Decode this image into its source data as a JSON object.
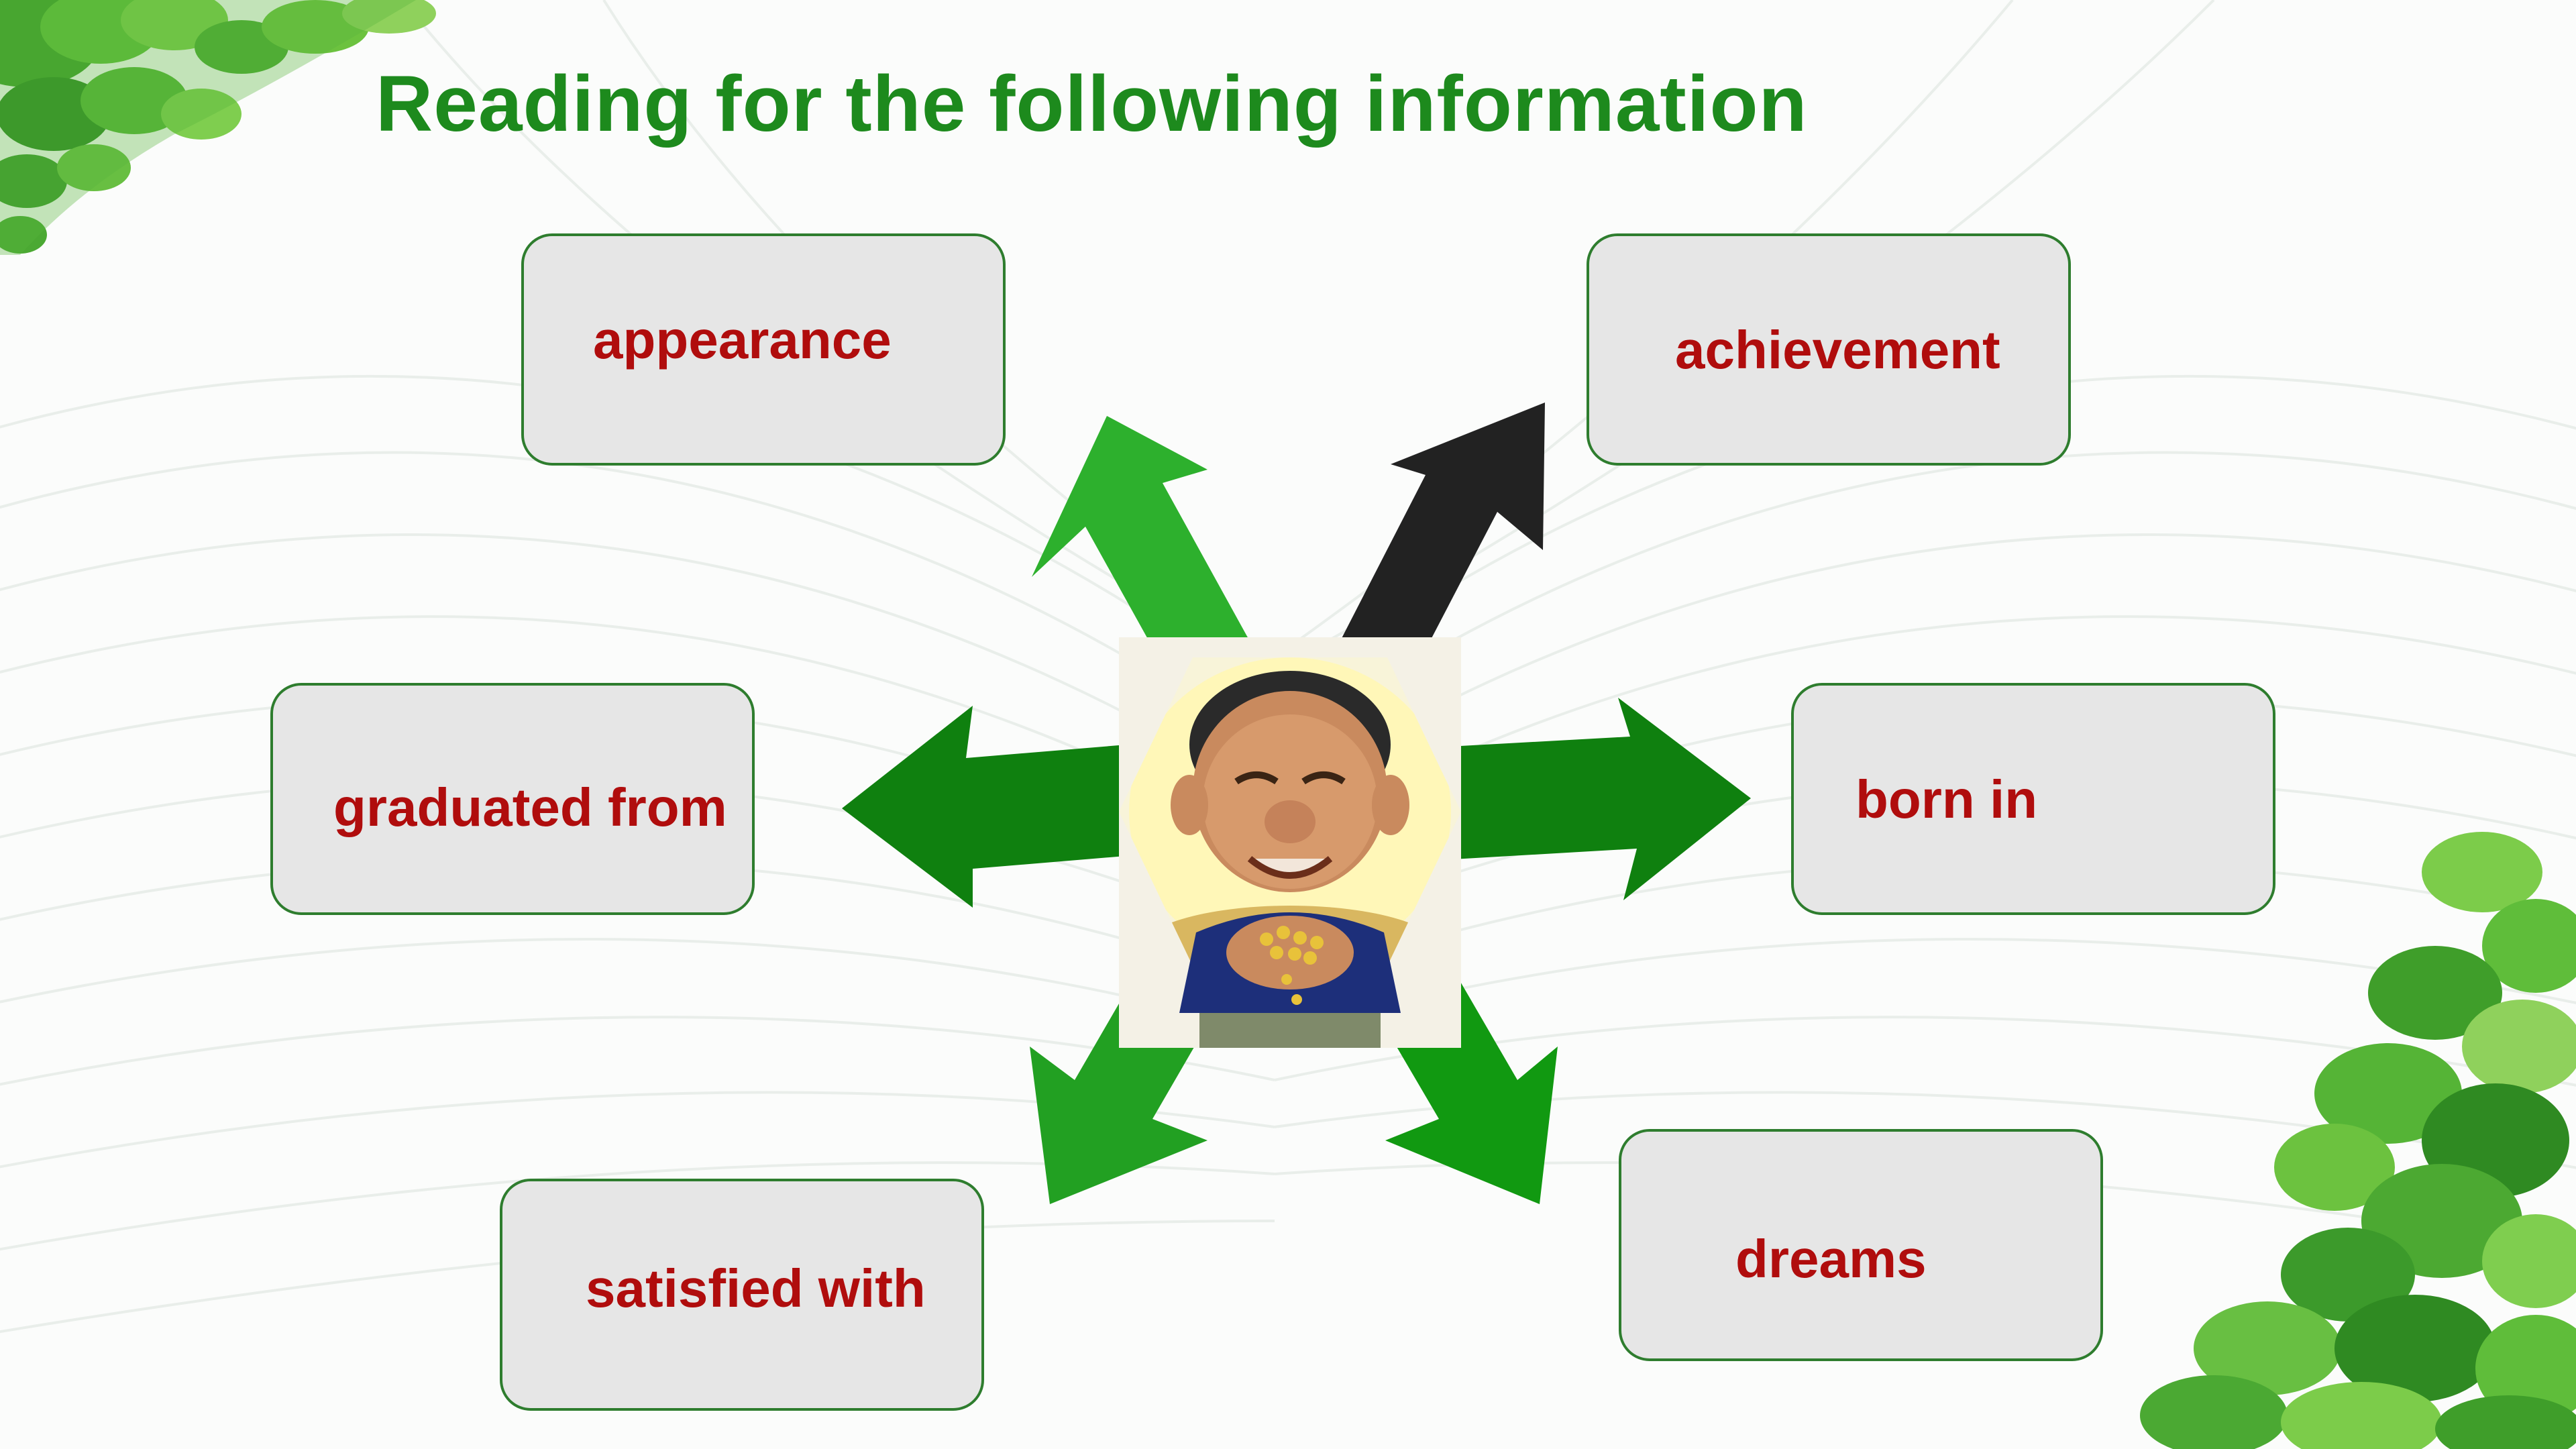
{
  "title": "Reading for the following information",
  "boxes": {
    "appearance": "appearance",
    "achievement": "achievement",
    "graduated_from": "graduated from",
    "born_in": "born in",
    "satisfied_with": "satisfied with",
    "dreams": "dreams"
  },
  "colors": {
    "title": "#1d8a1d",
    "label": "#b00d0d",
    "box_fill": "#e6e6e6",
    "box_border": "#2e7d2e",
    "arrow_light": "#2db02d",
    "arrow_dark": "#0f800f",
    "arrow_black": "#222222"
  },
  "icons": {
    "center_image": "farmer-holding-rice-portrait",
    "decor": "green-leaves"
  }
}
